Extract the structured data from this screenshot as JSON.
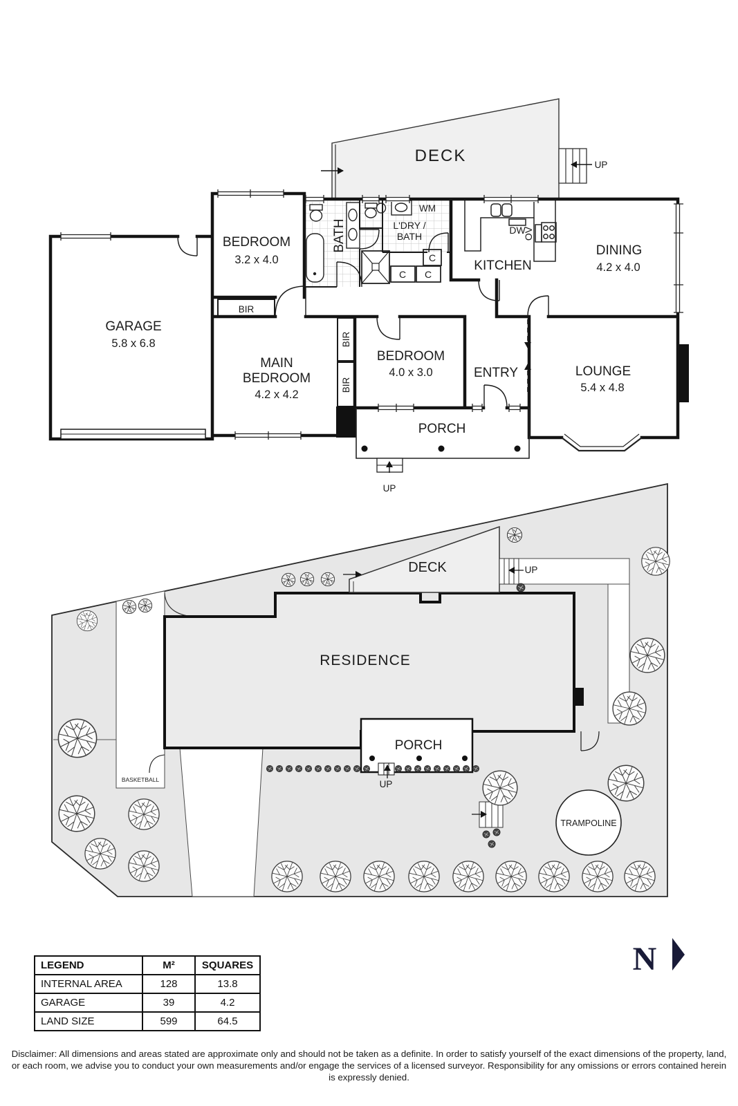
{
  "floor_plan": {
    "deck": {
      "label": "DECK",
      "up_label": "UP"
    },
    "rooms": {
      "bedroom1": {
        "name": "BEDROOM",
        "dims": "3.2 x 4.0"
      },
      "garage": {
        "name": "GARAGE",
        "dims": "5.8 x 6.8"
      },
      "main_bedroom": {
        "line1": "MAIN",
        "line2": "BEDROOM",
        "dims": "4.2 x 4.2"
      },
      "bedroom2": {
        "name": "BEDROOM",
        "dims": "4.0 x 3.0"
      },
      "entry": {
        "name": "ENTRY"
      },
      "lounge": {
        "name": "LOUNGE",
        "dims": "5.4 x 4.8"
      },
      "dining": {
        "name": "DINING",
        "dims": "4.2 x 4.0"
      },
      "kitchen": {
        "name": "KITCHEN"
      },
      "bath": {
        "name": "BATH"
      },
      "laundry": {
        "line1": "L'DRY /",
        "line2": "BATH"
      },
      "porch": {
        "name": "PORCH",
        "up_label": "UP"
      }
    },
    "fixtures": {
      "washing_machine": "WM",
      "dishwasher": "DW",
      "oven": "OV",
      "closet": "C",
      "built_in_robe": "BIR"
    }
  },
  "site_plan": {
    "deck_label": "DECK",
    "deck_up_label": "UP",
    "residence_label": "RESIDENCE",
    "porch_label": "PORCH",
    "porch_up_label": "UP",
    "basketball_label": "BASKETBALL",
    "trampoline_label": "TRAMPOLINE"
  },
  "legend": {
    "headers": [
      "LEGEND",
      "M²",
      "SQUARES"
    ],
    "rows": [
      [
        "INTERNAL AREA",
        "128",
        "13.8"
      ],
      [
        "GARAGE",
        "39",
        "4.2"
      ],
      [
        "LAND SIZE",
        "599",
        "64.5"
      ]
    ]
  },
  "compass": {
    "north_label": "N"
  },
  "disclaimer": "Disclaimer: All dimensions and areas stated are approximate only and should not be taken as a definite. In order to satisfy yourself of the exact dimensions of the property, land, or each room, we advise you to conduct your own measurements and/or engage the services of a licensed surveyor. Responsibility for any omissions or errors contained herein is expressly denied."
}
